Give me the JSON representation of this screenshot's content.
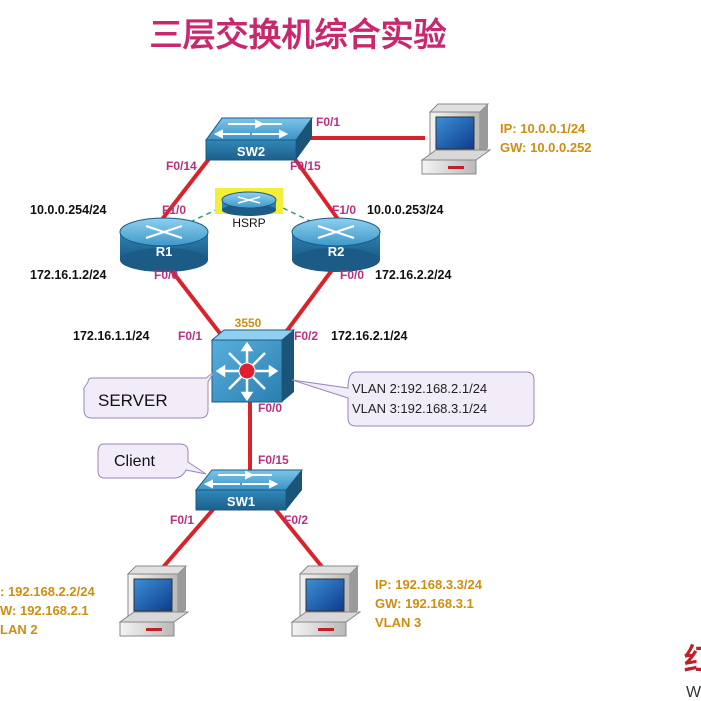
{
  "title": "三层交换机综合实验",
  "colors": {
    "title": "#c8286e",
    "link": "#d9232b",
    "port": "#b8307e",
    "ip_black": "#111111",
    "ip_orange": "#d08d10",
    "device_blue": "#2f88b8",
    "hsrp_yellow": "#f3ee3a",
    "callout_fill": "#f2ecf8",
    "callout_stroke": "#9a86b8"
  },
  "devices": {
    "sw2": {
      "label": "SW2"
    },
    "r1": {
      "label": "R1"
    },
    "r2": {
      "label": "R2"
    },
    "hsrp": {
      "label": "HSRP"
    },
    "l3": {
      "label": "3550"
    },
    "sw1": {
      "label": "SW1"
    }
  },
  "ports": {
    "sw2_f01": "F0/1",
    "sw2_f014": "F0/14",
    "sw2_f015": "F0/15",
    "r1_f10": "F1/0",
    "r2_f10": "F1/0",
    "r1_f00": "F0/0",
    "r2_f00": "F0/0",
    "l3_f01": "F0/1",
    "l3_f02": "F0/2",
    "l3_f00": "F0/0",
    "sw1_f015": "F0/15",
    "sw1_f01": "F0/1",
    "sw1_f02": "F0/2"
  },
  "ips": {
    "r1_f10": "10.0.0.254/24",
    "r2_f10": "10.0.0.253/24",
    "r1_f00": "172.16.1.2/24",
    "r2_f00": "172.16.2.2/24",
    "l3_f01": "172.16.1.1/24",
    "l3_f02": "172.16.2.1/24"
  },
  "pc_top": {
    "ip": "IP: 10.0.0.1/24",
    "gw": "GW: 10.0.0.252"
  },
  "pc_left": {
    "ip": ": 192.168.2.2/24",
    "gw": "W: 192.168.2.1",
    "vlan": "LAN 2"
  },
  "pc_right": {
    "ip": "IP: 192.168.3.3/24",
    "gw": "GW: 192.168.3.1",
    "vlan": "VLAN 3"
  },
  "callouts": {
    "server": "SERVER",
    "client": "Client",
    "vlan2": "VLAN 2:192.168.2.1/24",
    "vlan3": "VLAN 3:192.168.3.1/24"
  },
  "watermark": {
    "glyph": "红",
    "text": "W"
  }
}
